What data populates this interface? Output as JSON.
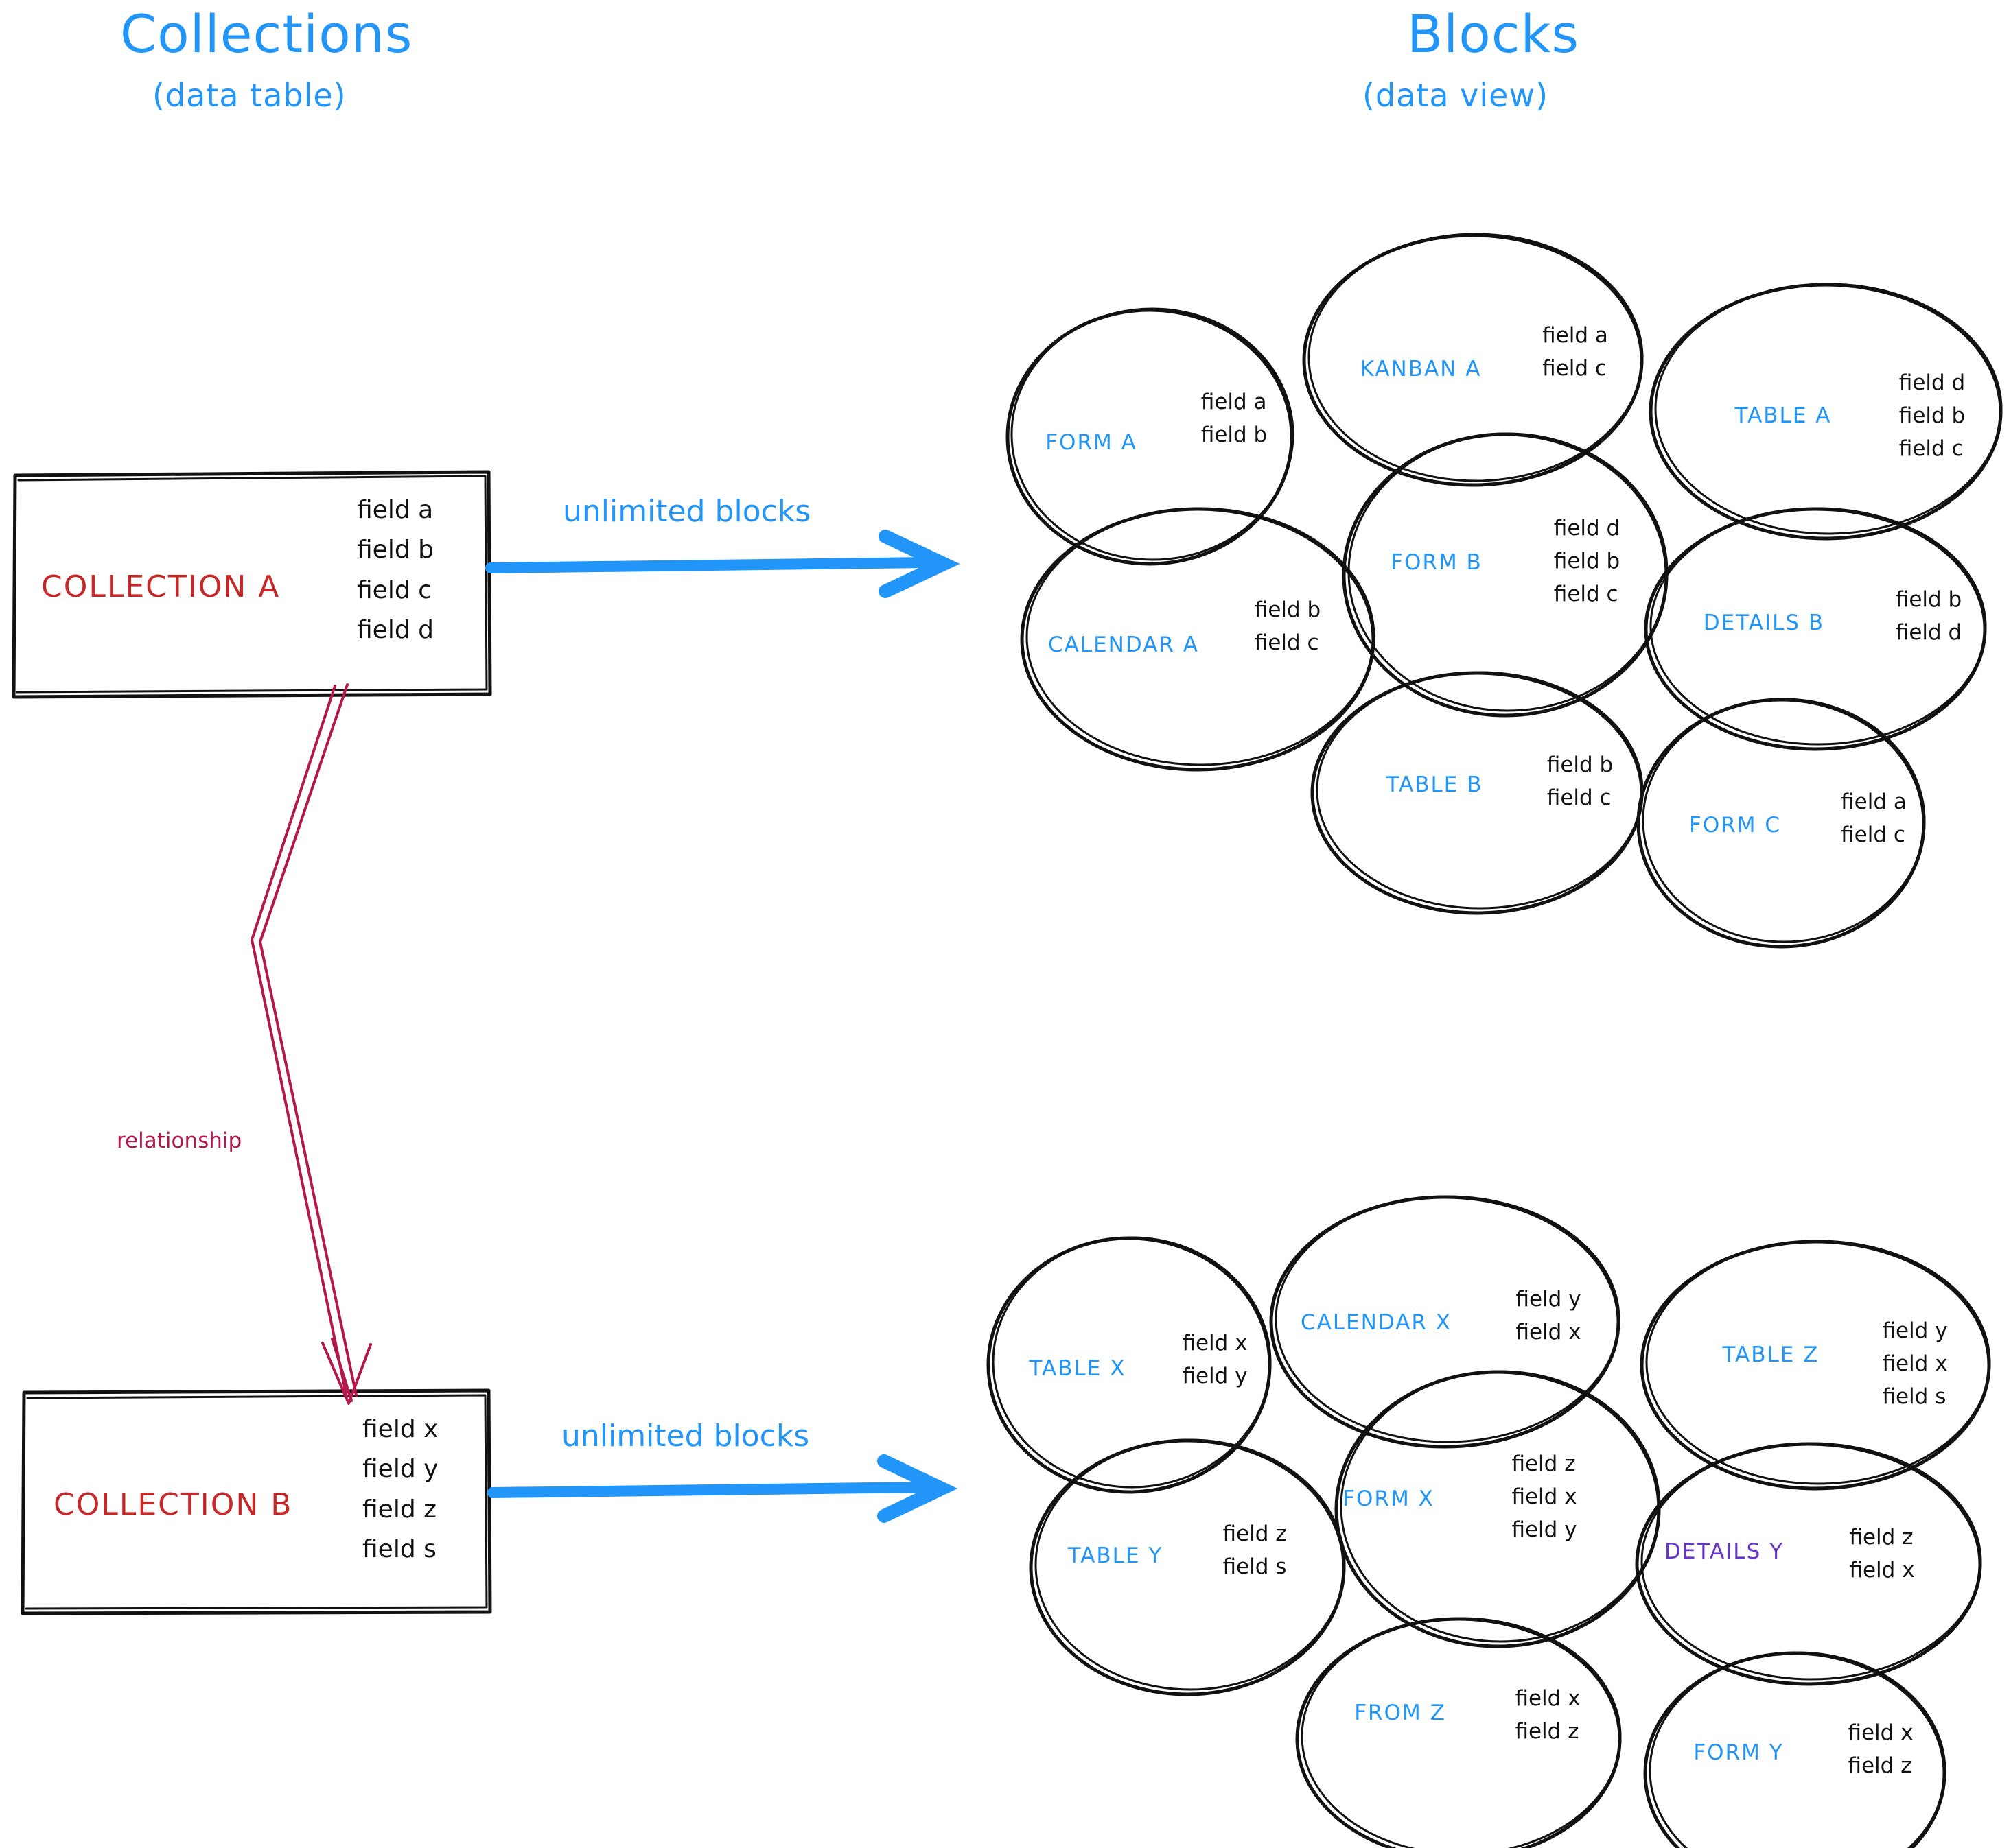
{
  "colors": {
    "accent_blue": "#2196f8",
    "collection_red": "#c62828",
    "relationship_crimson": "#b3174c",
    "details_y_purple": "#6633cc",
    "ink_black": "#111111",
    "background": "#ffffff"
  },
  "titles": {
    "left": {
      "main": "Collections",
      "sub": "(data table)"
    },
    "right": {
      "main": "Blocks",
      "sub": "(data view)"
    }
  },
  "collections": [
    {
      "id": "collection-a",
      "name": "COLLECTION A",
      "fields": [
        "field a",
        "field b",
        "field c",
        "field d"
      ],
      "arrow_label": "unlimited blocks"
    },
    {
      "id": "collection-b",
      "name": "COLLECTION B",
      "fields": [
        "field x",
        "field y",
        "field z",
        "field s"
      ],
      "arrow_label": "unlimited blocks"
    }
  ],
  "relationship": {
    "label": "relationship"
  },
  "block_groups": [
    {
      "id": "blocks-a",
      "blocks": [
        {
          "name": "FORM A",
          "fields": [
            "field a",
            "field b"
          ]
        },
        {
          "name": "KANBAN A",
          "fields": [
            "field a",
            "field c"
          ]
        },
        {
          "name": "TABLE A",
          "fields": [
            "field d",
            "field b",
            "field c"
          ]
        },
        {
          "name": "CALENDAR A",
          "fields": [
            "field b",
            "field c"
          ]
        },
        {
          "name": "FORM B",
          "fields": [
            "field d",
            "field b",
            "field c"
          ]
        },
        {
          "name": "DETAILS B",
          "fields": [
            "field b",
            "field d"
          ]
        },
        {
          "name": "TABLE B",
          "fields": [
            "field b",
            "field c"
          ]
        },
        {
          "name": "FORM C",
          "fields": [
            "field a",
            "field c"
          ]
        }
      ]
    },
    {
      "id": "blocks-b",
      "blocks": [
        {
          "name": "TABLE X",
          "fields": [
            "field x",
            "field y"
          ]
        },
        {
          "name": "CALENDAR X",
          "fields": [
            "field y",
            "field x"
          ]
        },
        {
          "name": "TABLE Z",
          "fields": [
            "field y",
            "field x",
            "field s"
          ]
        },
        {
          "name": "TABLE Y",
          "fields": [
            "field z",
            "field s"
          ]
        },
        {
          "name": "FORM X",
          "fields": [
            "field z",
            "field x",
            "field y"
          ]
        },
        {
          "name": "DETAILS Y",
          "fields": [
            "field z",
            "field x"
          ],
          "color": "purple"
        },
        {
          "name": "FROM Z",
          "fields": [
            "field x",
            "field z"
          ]
        },
        {
          "name": "FORM Y",
          "fields": [
            "field x",
            "field z"
          ]
        }
      ]
    }
  ]
}
